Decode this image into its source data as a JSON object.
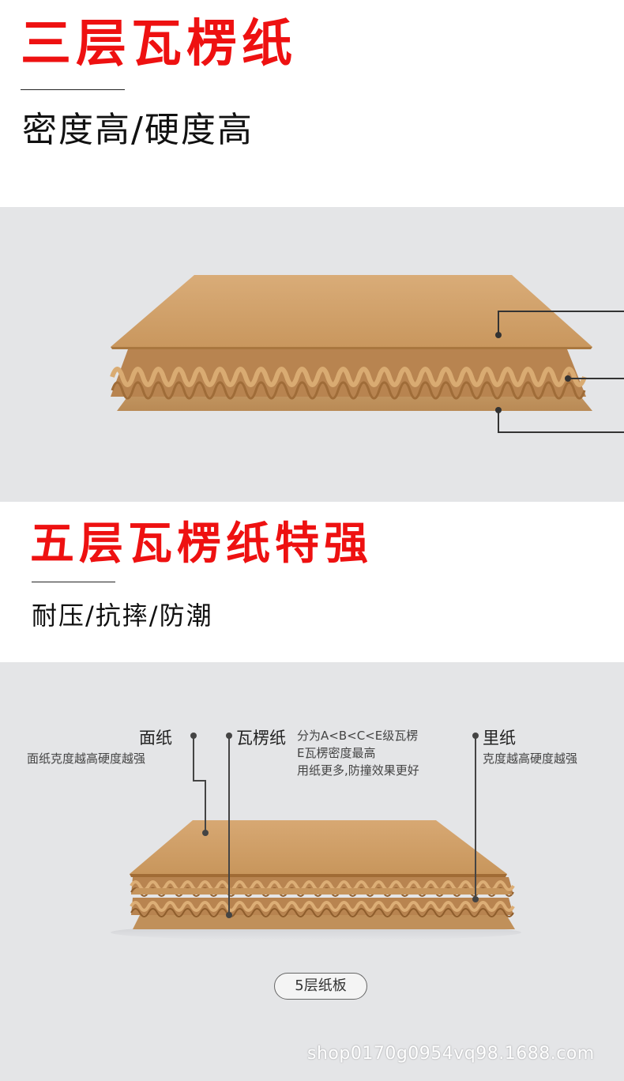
{
  "section1": {
    "title": "三层瓦楞纸",
    "subtitle": "密度高/硬度高"
  },
  "section2": {
    "title": "五层瓦楞纸特强",
    "subtitle": "耐压/抗摔/防潮"
  },
  "labels": {
    "face_paper": "面纸",
    "face_paper_desc": "面纸克度越高硬度越强",
    "corrugated": "瓦楞纸",
    "corrugated_desc_1": "分为A<B<C<E级瓦楞",
    "corrugated_desc_2": "E瓦楞密度最高",
    "corrugated_desc_3": "用纸更多,防撞效果更好",
    "liner": "里纸",
    "liner_desc": "克度越高硬度越强",
    "badge": "5层纸板"
  },
  "watermark": "shop0170g0954vq98.1688.com",
  "colors": {
    "title_red": "#ee1111",
    "panel_gray": "#e4e5e7",
    "kraft": "#d3a46e",
    "kraft_dark": "#b27c45"
  }
}
